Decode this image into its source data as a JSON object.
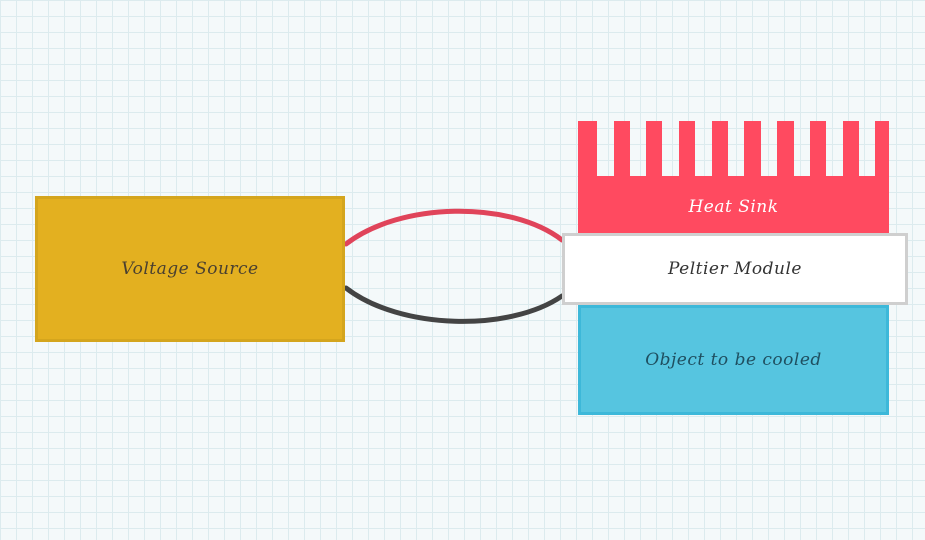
{
  "diagram": {
    "voltage_source": {
      "label": "Voltage Source",
      "color": "#e3b020"
    },
    "heat_sink": {
      "label": "Heat Sink",
      "color": "#ff4a60"
    },
    "peltier_module": {
      "label": "Peltier Module",
      "color": "#ffffff"
    },
    "object": {
      "label": "Object to be cooled",
      "color": "#56c5e0"
    },
    "wires": {
      "positive_color": "#e0445a",
      "negative_color": "#444444"
    }
  }
}
